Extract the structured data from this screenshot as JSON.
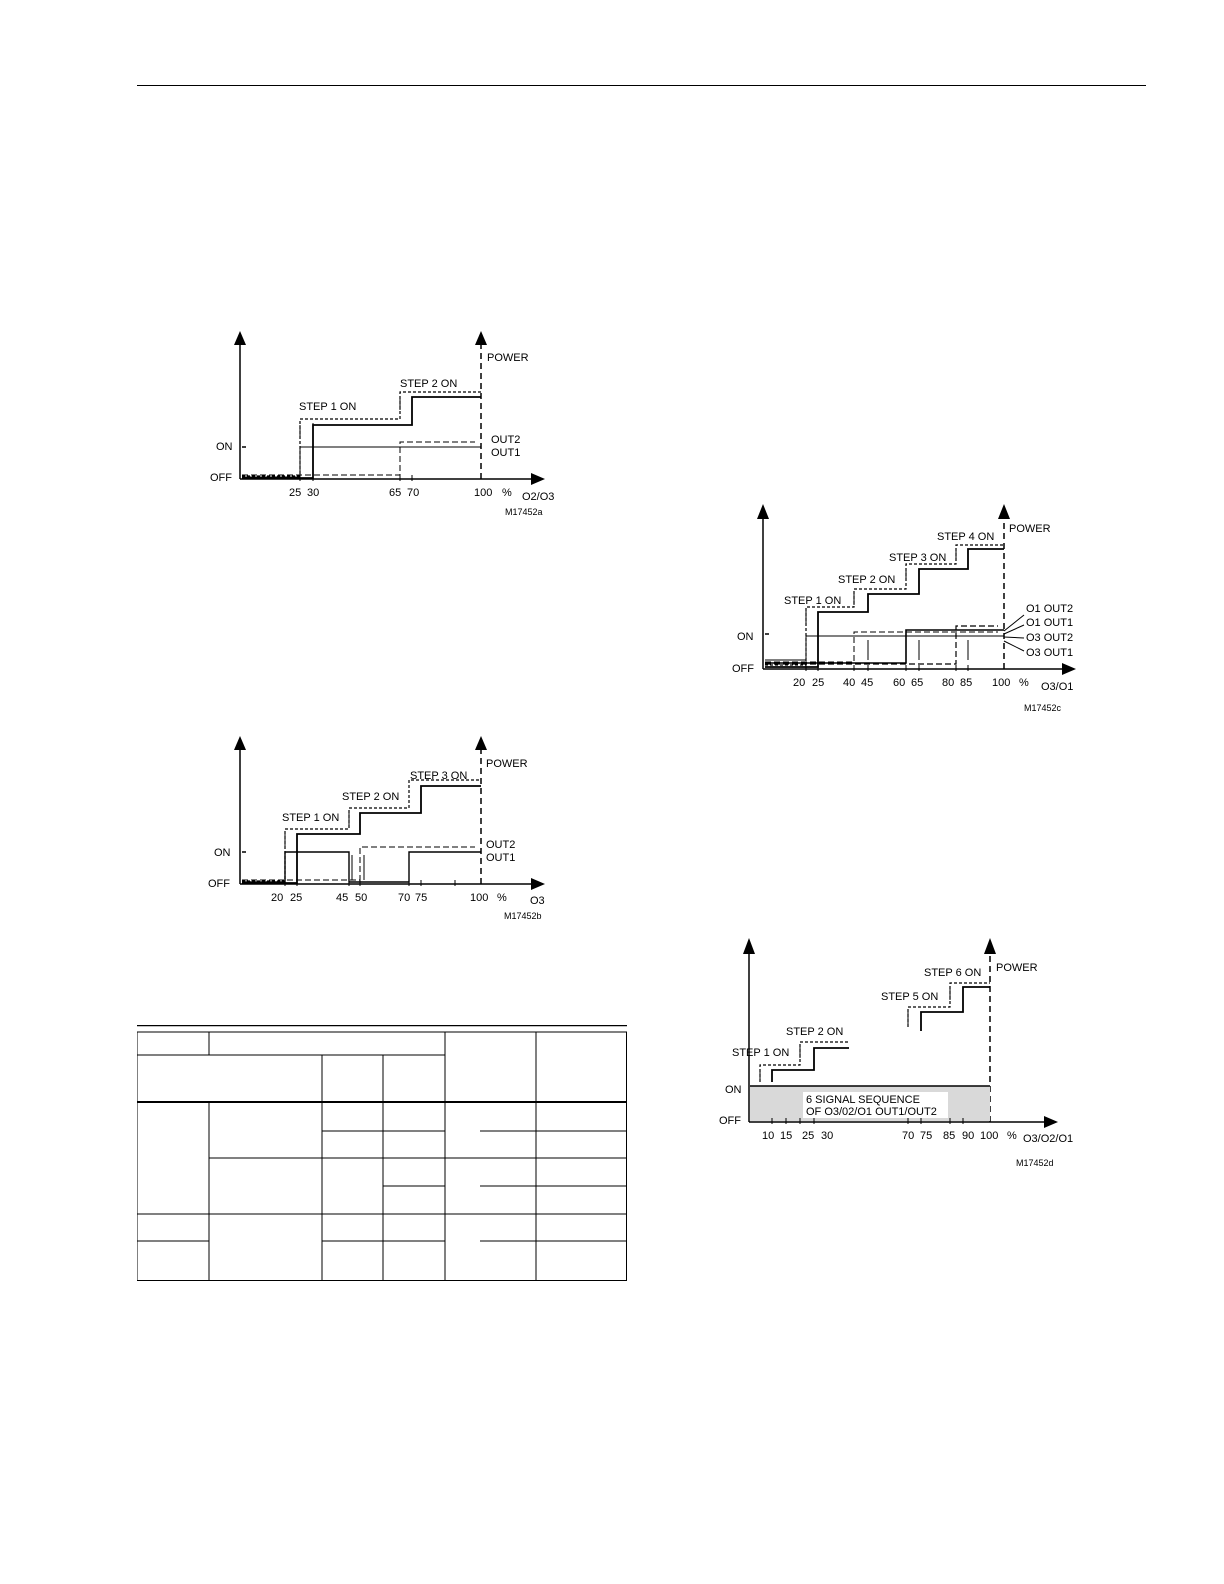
{
  "fig_a": {
    "code": "M17452a",
    "power": "POWER",
    "on": "ON",
    "off": "OFF",
    "x_axis_label": "O2/O3",
    "steps": [
      "STEP 1 ON",
      "STEP 2 ON"
    ],
    "outputs": [
      "OUT2",
      "OUT1"
    ],
    "ticks": [
      "25",
      "30",
      "65",
      "70",
      "100",
      "%"
    ]
  },
  "fig_b": {
    "code": "M17452b",
    "power": "POWER",
    "on": "ON",
    "off": "OFF",
    "x_axis_label": "O3",
    "steps": [
      "STEP 1 ON",
      "STEP 2 ON",
      "STEP 3 ON"
    ],
    "outputs": [
      "OUT2",
      "OUT1"
    ],
    "ticks": [
      "20",
      "25",
      "45",
      "50",
      "70",
      "75",
      "100",
      "%"
    ]
  },
  "fig_c": {
    "code": "M17452c",
    "power": "POWER",
    "on": "ON",
    "off": "OFF",
    "x_axis_label": "O3/O1",
    "steps": [
      "STEP 1 ON",
      "STEP 2 ON",
      "STEP 3 ON",
      "STEP 4 ON"
    ],
    "outputs": [
      "O1 OUT2",
      "O1 OUT1",
      "O3 OUT2",
      "O3 OUT1"
    ],
    "ticks": [
      "20",
      "25",
      "40",
      "45",
      "60",
      "65",
      "80",
      "85",
      "100",
      "%"
    ]
  },
  "fig_d": {
    "code": "M17452d",
    "power": "POWER",
    "on": "ON",
    "off": "OFF",
    "x_axis_label": "O3/O2/O1",
    "steps": [
      "STEP 1 ON",
      "STEP 2 ON",
      "STEP 5 ON",
      "STEP 6 ON"
    ],
    "box_line1": "6 SIGNAL SEQUENCE",
    "box_line2": "OF O3/02/O1 OUT1/OUT2",
    "ticks": [
      "10",
      "15",
      "25",
      "30",
      "70",
      "75",
      "85",
      "90",
      "100",
      "%"
    ]
  }
}
